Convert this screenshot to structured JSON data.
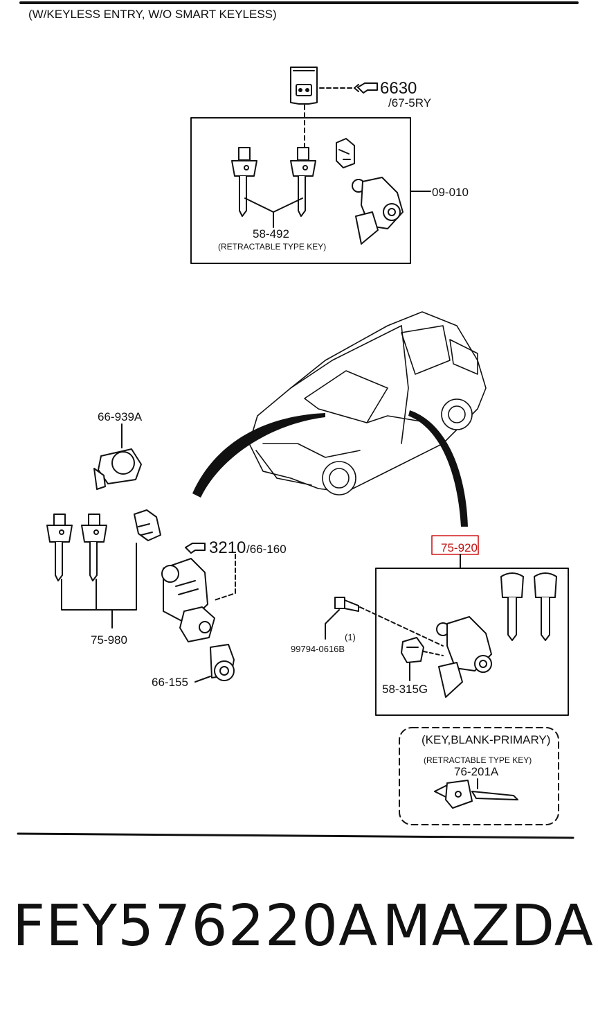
{
  "header": {
    "variant": "(W/KEYLESS ENTRY, W/O SMART KEYLESS)"
  },
  "top_group": {
    "remote_ref_number": "6630",
    "remote_ref_sub": "/67-5RY",
    "box_part": "09-010",
    "key_part": "58-492",
    "key_note": "(RETRACTABLE TYPE KEY)"
  },
  "left_group": {
    "ring_part": "66-939A",
    "switch_ref_number": "3210",
    "switch_ref_sub": "/66-160",
    "keys_part": "75-980",
    "cylinder_part": "66-155"
  },
  "right_group": {
    "kit_part": "75-920",
    "bolt_part": "99794-0616B",
    "bolt_qty": "(1)",
    "clip_part": "58-315G",
    "blank_title": "(KEY,BLANK-PRIMARY)",
    "blank_note": "(RETRACTABLE TYPE KEY)",
    "blank_part": "76-201A"
  },
  "footer": {
    "part_number": "FEY576220A",
    "brand": "MAZDA"
  },
  "colors": {
    "line": "#111111",
    "highlight": "#d01818"
  }
}
